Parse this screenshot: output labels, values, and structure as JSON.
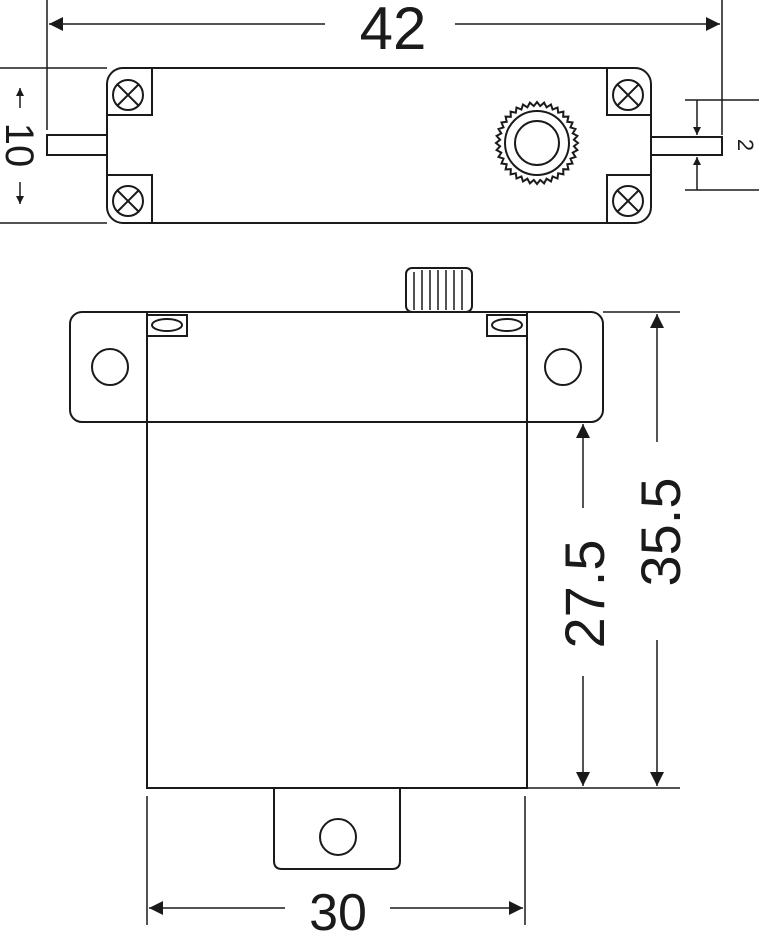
{
  "title": "Servo dimension drawing",
  "dimensions": {
    "overall_length": "42",
    "top_height": "10",
    "shaft_thickness": "2",
    "total_height": "35.5",
    "body_height": "27.5",
    "body_width": "30"
  },
  "colors": {
    "line": "#1a1a1a",
    "background": "#ffffff"
  }
}
